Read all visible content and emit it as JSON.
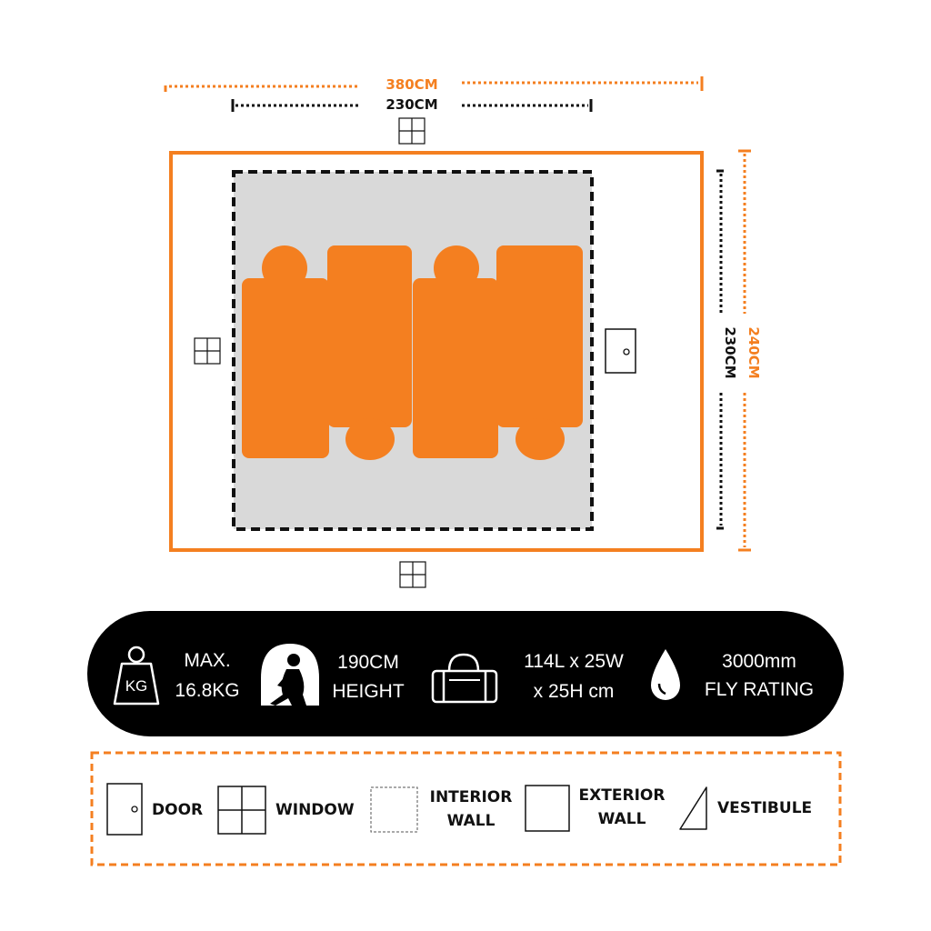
{
  "colors": {
    "accent": "#f47f20",
    "floor": "#d9d9d9",
    "dark": "#111111",
    "panel": "#000000"
  },
  "dimensions": {
    "outer_width": "380CM",
    "inner_width": "230CM",
    "inner_depth": "230CM",
    "outer_depth": "240CM"
  },
  "specs": [
    {
      "icon": "weight-kg-icon",
      "icon_text": "KG",
      "line1": "MAX.",
      "line2": "16.8KG"
    },
    {
      "icon": "person-height-icon",
      "line1": "190CM",
      "line2": "HEIGHT"
    },
    {
      "icon": "duffel-bag-icon",
      "line1": "114L x 25W",
      "line2": "x 25H cm"
    },
    {
      "icon": "water-drop-icon",
      "line1": "3000mm",
      "line2": "FLY RATING"
    }
  ],
  "legend": [
    {
      "icon": "door-icon",
      "line1": "DOOR"
    },
    {
      "icon": "window-icon",
      "line1": "WINDOW"
    },
    {
      "icon": "interior-wall-icon",
      "line1": "INTERIOR",
      "line2": "WALL"
    },
    {
      "icon": "exterior-wall-icon",
      "line1": "EXTERIOR",
      "line2": "WALL"
    },
    {
      "icon": "vestibule-icon",
      "line1": "VESTIBULE"
    }
  ]
}
